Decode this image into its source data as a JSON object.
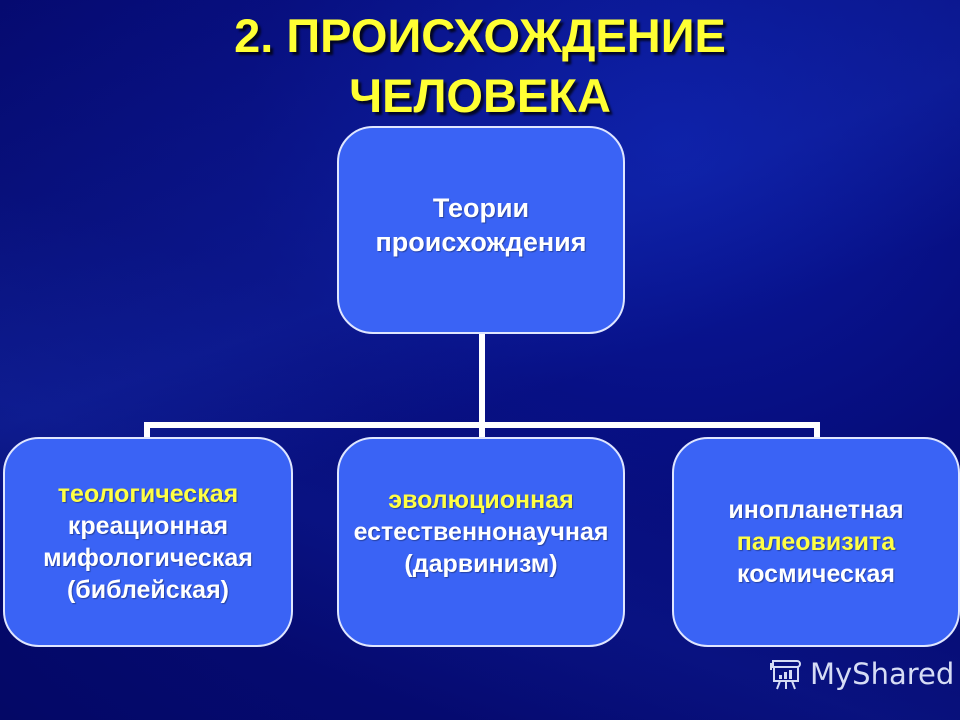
{
  "title": {
    "line1": "2. ПРОИСХОЖДЕНИЕ",
    "line2": "ЧЕЛОВЕКА"
  },
  "root": {
    "line1": "Теории",
    "line2": "происхождения"
  },
  "children": [
    {
      "lines": [
        {
          "text": "теологическая",
          "color": "#ffff44"
        },
        {
          "text": "креационная",
          "color": "#ffffff"
        },
        {
          "text": "мифологическая",
          "color": "#ffffff"
        },
        {
          "text": "(библейская)",
          "color": "#ffffff"
        }
      ]
    },
    {
      "lines": [
        {
          "text": "эволюционная",
          "color": "#ffff44"
        },
        {
          "text": "естественнонаучная",
          "color": "#ffffff"
        },
        {
          "text": "(дарвинизм)",
          "color": "#ffffff"
        }
      ]
    },
    {
      "lines": [
        {
          "text": "инопланетная",
          "color": "#ffffff"
        },
        {
          "text": "палеовизита",
          "color": "#ffff44"
        },
        {
          "text": "космическая",
          "color": "#ffffff"
        }
      ]
    }
  ],
  "watermark": {
    "icon": "presentation-board-icon",
    "text": "MyShared"
  },
  "colors": {
    "background": "#060c7a",
    "box_fill": "#3a63f5",
    "title": "#ffff33",
    "accent_text": "#ffff44"
  }
}
